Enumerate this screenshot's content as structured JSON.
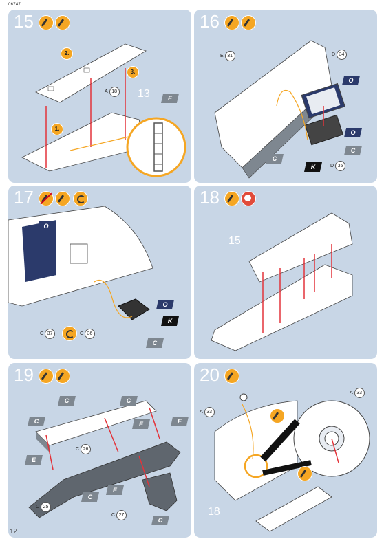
{
  "header": {
    "code": "06747"
  },
  "footer": {
    "page_number": "12"
  },
  "colors": {
    "panel": "#c8d6e6",
    "accent": "#f5a623",
    "arrow": "#e3333a",
    "navy": "#2b3a6b"
  },
  "steps": [
    {
      "number": "15",
      "labels": {
        "a18": "A",
        "a18n": "18",
        "sub1": "1.",
        "sub2": "2.",
        "sub3": "3.",
        "ref13": "13",
        "flagE": "E"
      }
    },
    {
      "number": "16",
      "labels": {
        "e31": "E",
        "e31n": "31",
        "d34": "D",
        "d34n": "34",
        "d35": "D",
        "d35n": "35",
        "flagO1": "O",
        "flagO2": "O",
        "flagC1": "C",
        "flagC2": "C",
        "flagK": "K"
      }
    },
    {
      "number": "17",
      "labels": {
        "c37": "C",
        "c37n": "37",
        "c36": "C",
        "c36n": "36",
        "flagO1": "O",
        "flagO2": "O",
        "flagK": "K",
        "flagC": "C"
      }
    },
    {
      "number": "18",
      "labels": {
        "ref15": "15"
      }
    },
    {
      "number": "19",
      "labels": {
        "c26": "C",
        "c26n": "26",
        "c25": "C",
        "c25n": "25",
        "c27": "C",
        "c27n": "27",
        "flagC1": "C",
        "flagC2": "C",
        "flagC3": "C",
        "flagE1": "E",
        "flagE2": "E",
        "flagE3": "E",
        "flagE4": "E",
        "flagC4": "C",
        "flagC5": "C"
      }
    },
    {
      "number": "20",
      "labels": {
        "a33l": "A",
        "a33ln": "33",
        "a33r": "A",
        "a33rn": "33",
        "ref18": "18"
      }
    }
  ]
}
